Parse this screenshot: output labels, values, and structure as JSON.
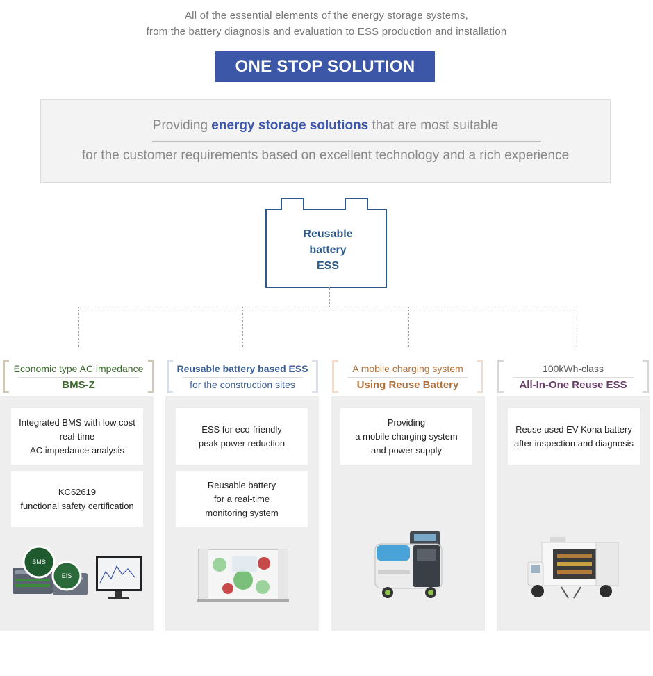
{
  "intro": {
    "line1": "All of the essential elements of the energy storage systems,",
    "line2": "from the battery diagnosis and evaluation to ESS production and installation"
  },
  "badge": "ONE STOP SOLUTION",
  "panel": {
    "line1_pre": "Providing ",
    "line1_highlight": "energy storage solutions",
    "line1_post": " that are most suitable",
    "line2": "for the customer requirements based on excellent technology and a rich experience"
  },
  "center": {
    "line1": "Reusable",
    "line2": "battery",
    "line3": "ESS"
  },
  "colors": {
    "badge": "#3c56a8",
    "highlight": "#3c56a8",
    "center_text": "#2e5a88",
    "col1": "#3d6b2e",
    "col2": "#3c5f98",
    "col3": "#b0703a",
    "col4": "#6a3e6a"
  },
  "columns": [
    {
      "title_top": "Economic type AC impedance",
      "title_bottom": "BMS-Z",
      "features": [
        "Integrated BMS with low cost\nreal-time\nAC impedance analysis",
        "KC62619\nfunctional safety certification"
      ],
      "image_labels": [
        "BMS",
        "EIS"
      ]
    },
    {
      "title_top": "Reusable battery based ESS",
      "title_bottom": "for the construction sites",
      "features": [
        "ESS for eco-friendly\npeak power reduction",
        "Reusable battery\nfor a real-time\nmonitoring system"
      ]
    },
    {
      "title_top": "A mobile charging system",
      "title_bottom": "Using Reuse Battery",
      "features": [
        "Providing\na mobile charging system\nand power supply"
      ]
    },
    {
      "title_top": "100kWh-class",
      "title_bottom": "All-In-One Reuse ESS",
      "features": [
        "Reuse used EV Kona battery\nafter inspection and diagnosis"
      ]
    }
  ]
}
